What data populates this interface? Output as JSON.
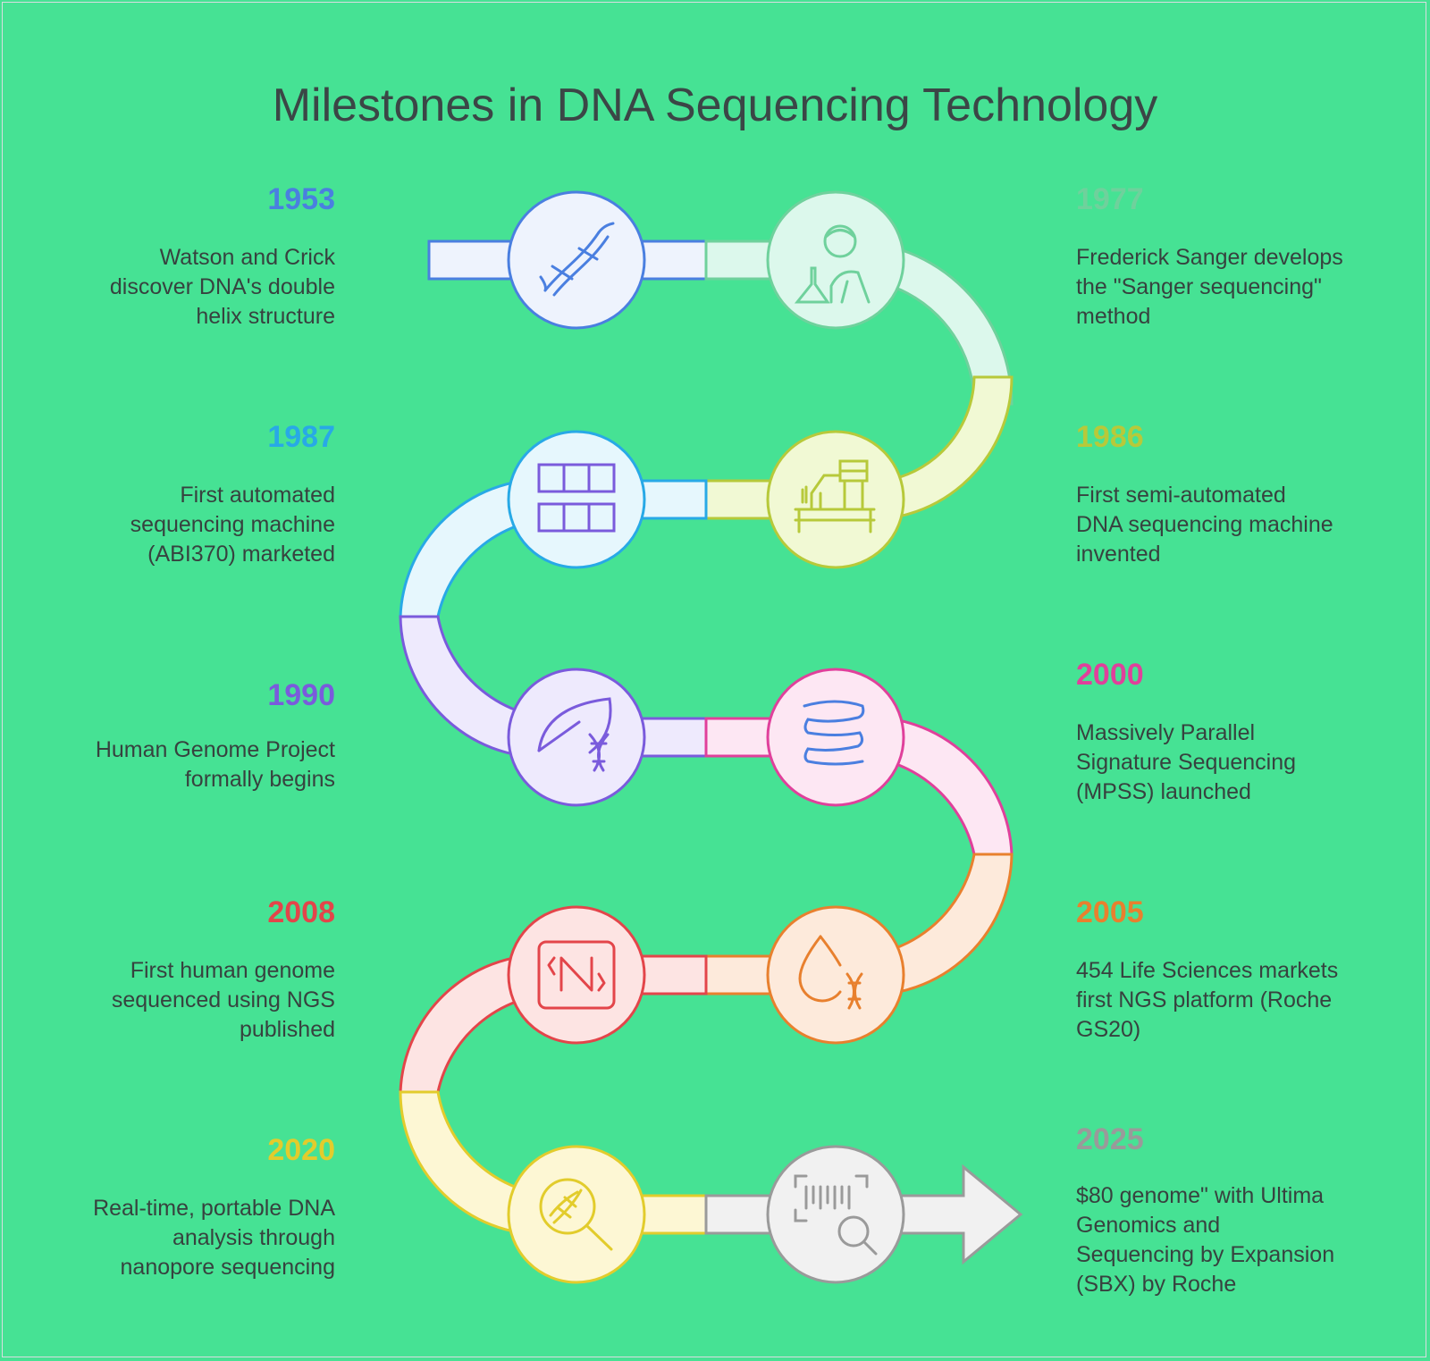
{
  "title": "Milestones in DNA Sequencing Technology",
  "colors": {
    "background": "#46e294",
    "text": "#3b4646"
  },
  "milestones": [
    {
      "year": "1953",
      "text": [
        "Watson and Crick",
        "discover DNA's double",
        "helix structure"
      ],
      "color": "#4a7fe0",
      "icon": "dna-helix-icon"
    },
    {
      "year": "1977",
      "text": [
        "Frederick Sanger develops",
        "the \"Sanger sequencing\"",
        "method"
      ],
      "color": "#6fd19c",
      "icon": "scientist-icon"
    },
    {
      "year": "1986",
      "text": [
        "First semi-automated",
        "DNA sequencing machine",
        "invented"
      ],
      "color": "#b7c93a",
      "icon": "lab-machine-icon"
    },
    {
      "year": "1987",
      "text": [
        "First automated",
        "sequencing machine",
        "(ABI370) marketed"
      ],
      "color": "#28a9e6",
      "icon": "grid-icon"
    },
    {
      "year": "1990",
      "text": [
        "Human Genome Project",
        "formally begins"
      ],
      "color": "#7a5bdc",
      "icon": "leaf-dna-icon"
    },
    {
      "year": "2000",
      "text": [
        "Massively Parallel",
        "Signature Sequencing",
        "(MPSS) launched"
      ],
      "color": "#e0409b",
      "icon": "coil-icon"
    },
    {
      "year": "2005",
      "text": [
        "454 Life Sciences markets",
        "first NGS platform (Roche",
        "GS20)"
      ],
      "color": "#e8802e",
      "icon": "drop-dna-icon"
    },
    {
      "year": "2008",
      "text": [
        "First human genome",
        "sequenced using NGS",
        "published"
      ],
      "color": "#e3454a",
      "icon": "n-badge-icon"
    },
    {
      "year": "2020",
      "text": [
        "Real-time, portable DNA",
        "analysis through",
        "nanopore sequencing"
      ],
      "color": "#e2cc2c",
      "icon": "dna-search-icon"
    },
    {
      "year": "2025",
      "text": [
        "$80 genome\" with Ultima",
        "Genomics and",
        "Sequencing by Expansion",
        "(SBX) by Roche"
      ],
      "color": "#9a9a9a",
      "icon": "barcode-search-icon"
    }
  ]
}
